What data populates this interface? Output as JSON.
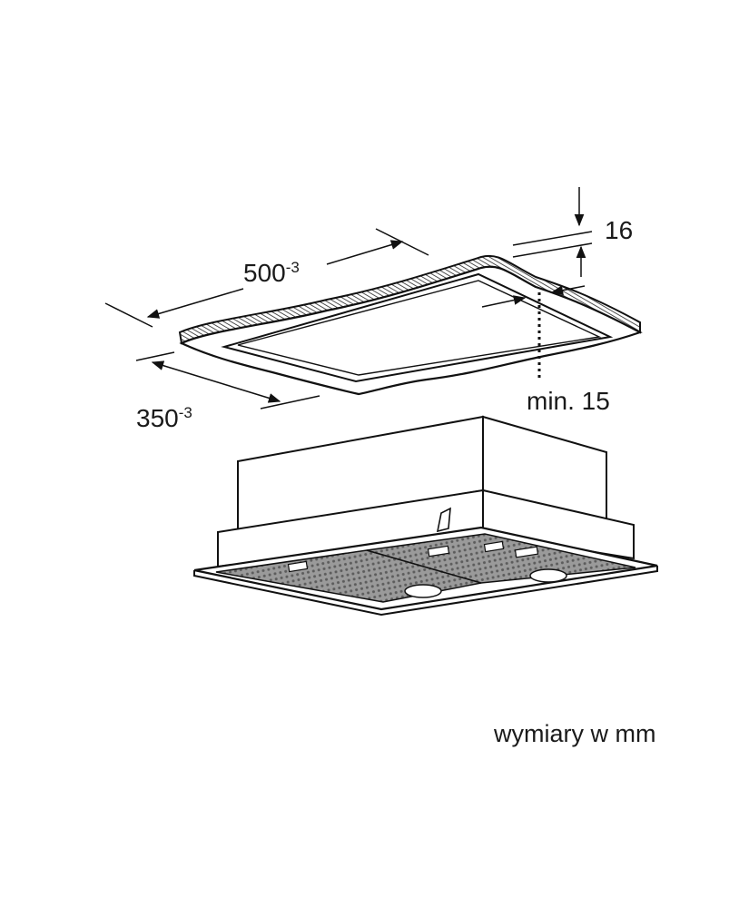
{
  "diagram": {
    "dimensions": {
      "width_value": "500",
      "width_tolerance": "-3",
      "depth_value": "350",
      "depth_tolerance": "-3",
      "board_thickness": "16",
      "min_clearance": "min. 15"
    },
    "footer_note": "wymiary w mm"
  }
}
